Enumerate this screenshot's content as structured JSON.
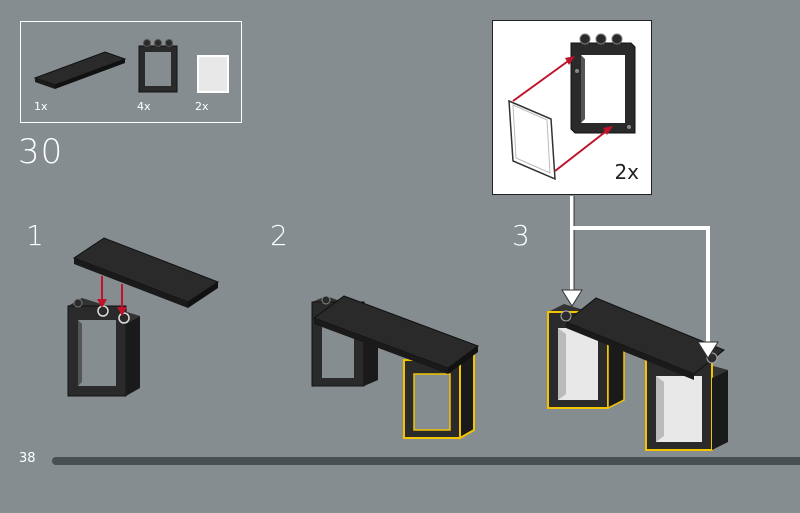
{
  "page": {
    "page_number": "38",
    "progress": 1.0
  },
  "parts_list": {
    "items": [
      {
        "icon": "black-plate-icon",
        "qty": "1x"
      },
      {
        "icon": "window-frame-icon",
        "qty": "4x"
      },
      {
        "icon": "window-glass-icon",
        "qty": "2x"
      }
    ]
  },
  "step": {
    "number": "30",
    "substeps": [
      "1",
      "2",
      "3"
    ]
  },
  "callout": {
    "qty": "2x"
  },
  "colors": {
    "background": "#868d90",
    "arrow_red": "#c0122b",
    "highlight_yellow": "#f2c400",
    "brick_black": "#2a2a2a"
  }
}
